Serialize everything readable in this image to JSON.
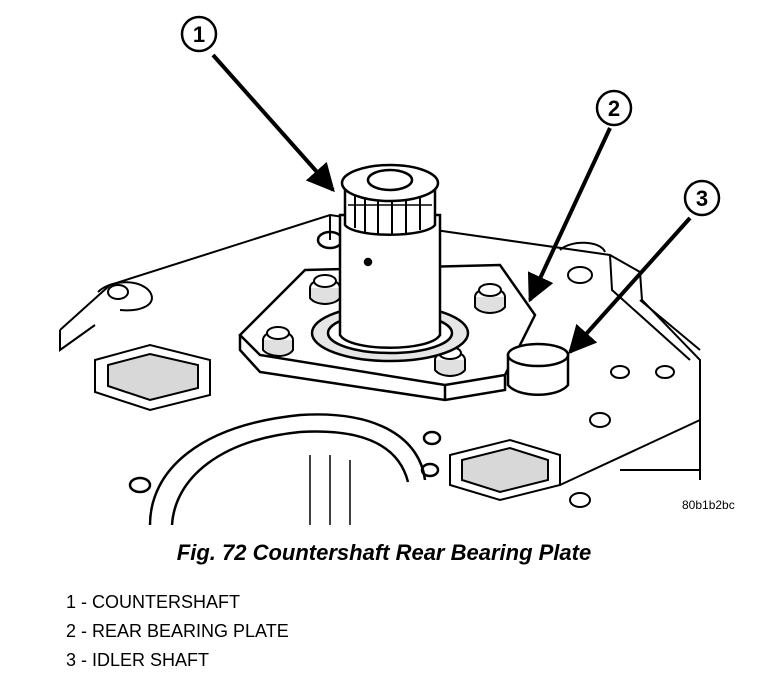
{
  "figure": {
    "code": "80b1b2bc",
    "caption": "Fig. 72 Countershaft Rear Bearing Plate"
  },
  "callouts": [
    {
      "number": "1"
    },
    {
      "number": "2"
    },
    {
      "number": "3"
    }
  ],
  "legend": [
    {
      "text": "1 - COUNTERSHAFT"
    },
    {
      "text": "2 - REAR BEARING PLATE"
    },
    {
      "text": "3 - IDLER SHAFT"
    }
  ]
}
